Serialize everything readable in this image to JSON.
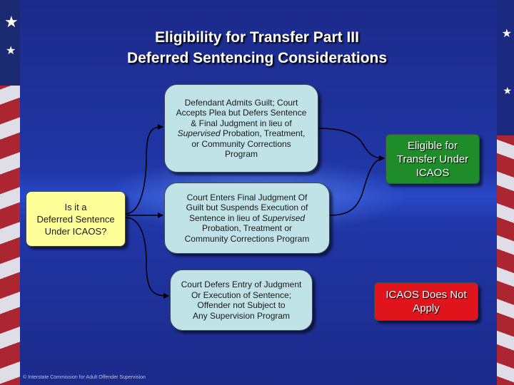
{
  "title": {
    "line1": "Eligibility for Transfer Part III",
    "line2": "Deferred Sentencing Considerations"
  },
  "question_box": {
    "line1": "Is it a",
    "line2": "Deferred Sentence",
    "line3": "Under ICAOS?"
  },
  "option_1": {
    "line1": "Defendant Admits Guilt; Court",
    "line2": "Accepts Plea but Defers Sentence",
    "line3": "& Final Judgment in lieu of",
    "line4_italic": "Supervised",
    "line4_rest": " Probation, Treatment,",
    "line5": "or Community Corrections",
    "line6": "Program"
  },
  "option_2": {
    "line1": "Court Enters Final Judgment Of",
    "line2": "Guilt but Suspends Execution of",
    "line3_start": "Sentence in lieu of ",
    "line3_italic": "Supervised",
    "line4": "Probation, Treatment or",
    "line5": "Community Corrections Program"
  },
  "option_3": {
    "line1": "Court Defers Entry of Judgment",
    "line2": "Or Execution of Sentence;",
    "line3": "Offender not Subject to",
    "line4": "Any Supervision Program"
  },
  "eligible_box": {
    "line1": "Eligible for",
    "line2": "Transfer Under",
    "line3": "ICAOS"
  },
  "not_apply_box": {
    "line1": "ICAOS Does Not",
    "line2": "Apply"
  },
  "footer": "© Interstate Commission for Adult Offender Supervision",
  "colors": {
    "background": "#1f36a8",
    "option_fill": "#bfe3e6",
    "question_fill": "#ffff99",
    "eligible_fill": "#1f8c2a",
    "not_apply_fill": "#e0141b"
  }
}
